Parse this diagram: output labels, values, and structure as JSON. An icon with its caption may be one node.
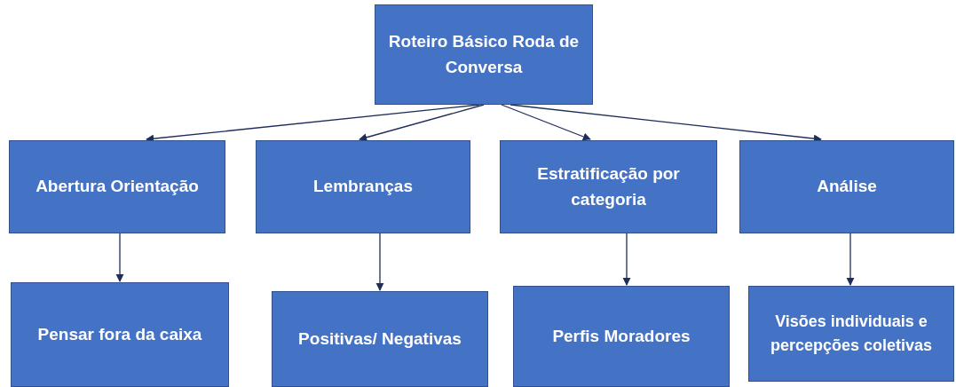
{
  "diagram": {
    "nodes": [
      {
        "text": [
          "Roteiro Básico Roda de Conversa"
        ]
      },
      {
        "text": [
          "Abertura Orientação"
        ]
      },
      {
        "text": [
          "Lembranças"
        ]
      },
      {
        "text": [
          "Estratificação por categoria"
        ]
      },
      {
        "text": [
          "Análise"
        ]
      },
      {
        "text": [
          "Pensar fora da caixa"
        ]
      },
      {
        "text": [
          "Positivas/ Negativas"
        ]
      },
      {
        "text": [
          "Perfis Moradores"
        ]
      },
      {
        "text": [
          "Visões individuais e percepções coletivas"
        ]
      }
    ],
    "edges": [
      {
        "from": 0,
        "to": 1,
        "arrow": "to"
      },
      {
        "from": 0,
        "to": 2,
        "arrow": "to"
      },
      {
        "from": 0,
        "to": 3,
        "arrow": "to"
      },
      {
        "from": 0,
        "to": 4,
        "arrow": "to"
      },
      {
        "from": 1,
        "to": 5,
        "arrow": "to"
      },
      {
        "from": 2,
        "to": 6,
        "arrow": "to"
      },
      {
        "from": 3,
        "to": 7,
        "arrow": "to"
      },
      {
        "from": 4,
        "to": 8,
        "arrow": "to"
      }
    ]
  }
}
